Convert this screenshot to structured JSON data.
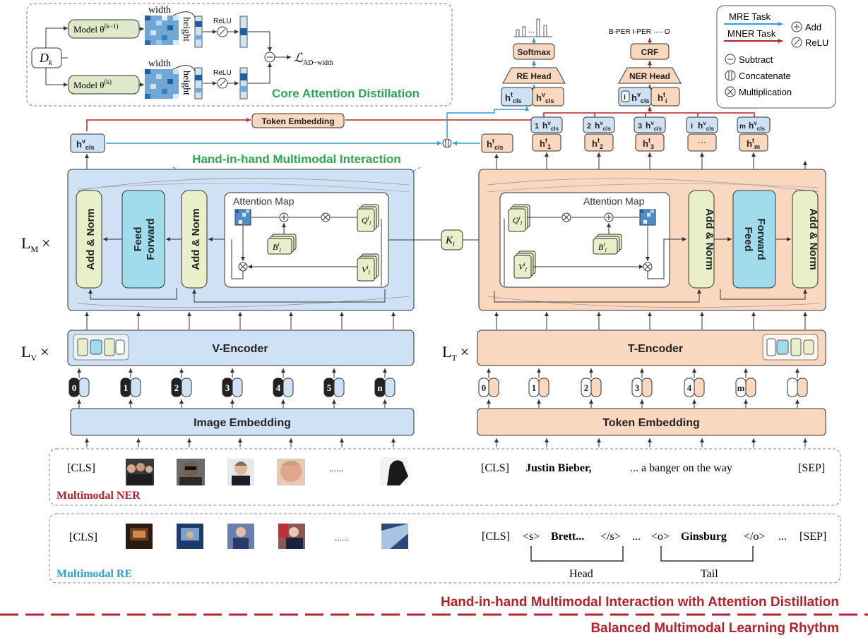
{
  "core_distillation": {
    "dk": "D",
    "dk_sub": "k",
    "model_prev": "Model θ",
    "model_prev_sup": "(k−1)",
    "model_cur": "Model θ",
    "model_cur_sup": "(k)",
    "width": "width",
    "height": "height",
    "relu": "ReLU",
    "loss": "ℒ",
    "loss_sub": "AD−width",
    "title": "Core Attention Distillation"
  },
  "legend": {
    "mre": "MRE Task",
    "mner": "MNER Task",
    "add": "Add",
    "relu": "ReLU",
    "subtract": "Subtract",
    "concat": "Concatenate",
    "mult": "Multiplication"
  },
  "heads": {
    "softmax": "Softmax",
    "re_head": "RE Head",
    "crf": "CRF",
    "ner_head": "NER Head",
    "ner_tags": "B-PER  I-PER ···· O",
    "token_embedding": "Token Embedding",
    "ellipsis": "···"
  },
  "interaction": {
    "title": "Hand-in-hand Multimodal Interaction",
    "attention_map": "Attention Map",
    "add_norm": "Add & Norm",
    "feed_forward": "Feed Forward",
    "kl": "K"
  },
  "encoders": {
    "lm": "L",
    "lm_sub": "M",
    "lv": "L",
    "lv_sub": "V",
    "lt": "L",
    "lt_sub": "T",
    "times": "×",
    "v_encoder": "V-Encoder",
    "t_encoder": "T-Encoder",
    "image_embedding": "Image Embedding",
    "token_embedding": "Token Embedding",
    "v_tokens": [
      "0",
      "1",
      "2",
      "3",
      "4",
      "5",
      "n"
    ],
    "t_tokens": [
      "0",
      "1",
      "2",
      "3",
      "4",
      "m",
      ""
    ]
  },
  "ner_example": {
    "cls": "[CLS]",
    "dots": "......",
    "text_cls": "[CLS]",
    "text_name": "Justin  Bieber,",
    "text_rest": "... a  banger  on  the  way",
    "text_sep": "[SEP]",
    "label": "Multimodal NER"
  },
  "re_example": {
    "cls": "[CLS]",
    "dots": "......",
    "text_cls": "[CLS]",
    "s_open": "<s>",
    "head_name": "Brett...",
    "s_close": "</s>",
    "mid": "...",
    "o_open": "<o>",
    "tail_name": "Ginsburg",
    "o_close": "</o>",
    "end": "...",
    "text_sep": "[SEP]",
    "head_label": "Head",
    "tail_label": "Tail",
    "label": "Multimodal RE"
  },
  "footer": {
    "line1": "Hand-in-hand Multimodal Interaction with Attention Distillation",
    "line2": "Balanced Multimodal Learning Rhythm"
  },
  "colors": {
    "blue_fill": "#cfe2f5",
    "orange_fill": "#fadcc8",
    "green_block": "#e9efc9",
    "cyan_block": "#9fdcec",
    "mre": "#2a9fd8",
    "mner": "#b5222b",
    "green_text": "#2aa84f"
  }
}
